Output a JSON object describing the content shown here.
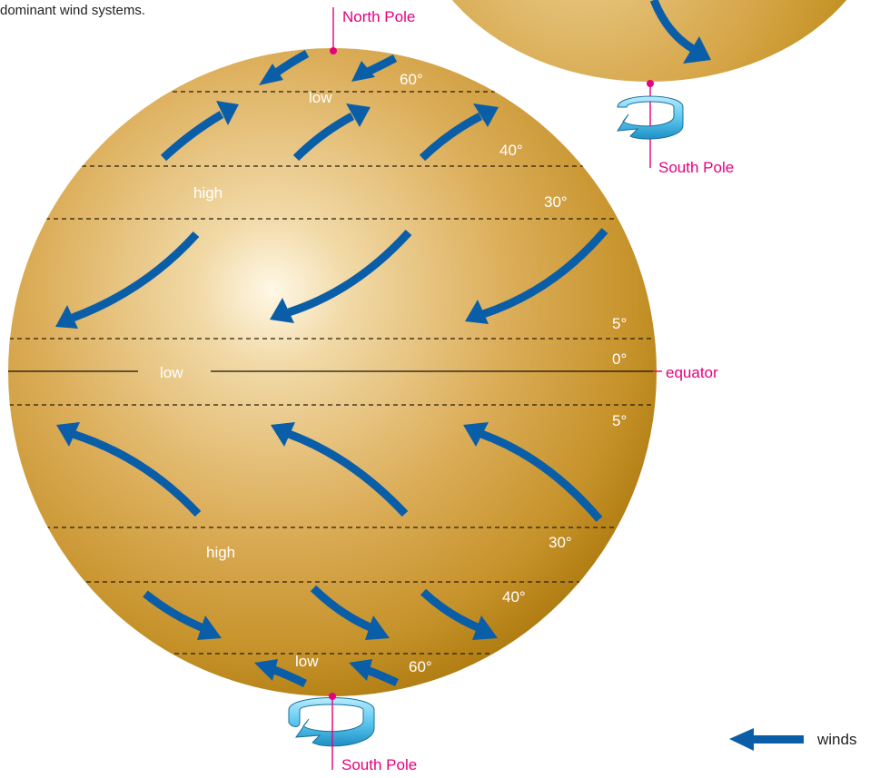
{
  "caption_fragment": "dominant wind systems.",
  "poles": {
    "north": "North Pole",
    "south": "South Pole",
    "south_inset": "South Pole"
  },
  "equator_label": "equator",
  "pressure_labels": {
    "low_north": "low",
    "high_north": "high",
    "low_equator": "low",
    "high_south": "high",
    "low_south": "low"
  },
  "latitude_labels": {
    "n60": "60°",
    "n40": "40°",
    "n30": "30°",
    "n5": "5°",
    "eq0": "0°",
    "s5": "5°",
    "s30": "30°",
    "s40": "40°",
    "s60": "60°"
  },
  "legend": {
    "winds_label": "winds",
    "arrow_color": "#0a5ea8"
  },
  "colors": {
    "globe_light": "#fff8e6",
    "globe_mid": "#dcae5a",
    "globe_dark": "#b8860b",
    "accent_pink": "#e6007e",
    "wind_blue": "#0a5ea8",
    "rotation_arrow": "#5ec8f0"
  },
  "icons": [
    "wind-arrow-icon",
    "rotation-arrow-icon",
    "pole-marker-icon"
  ]
}
